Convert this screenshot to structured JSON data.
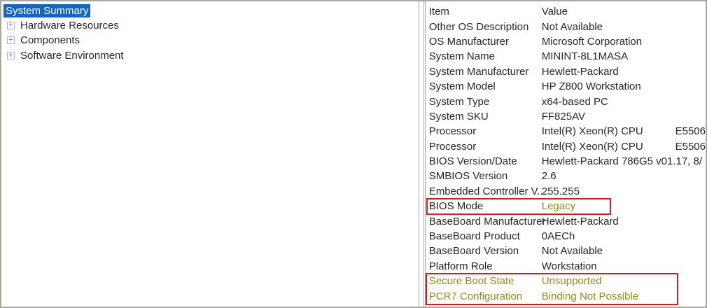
{
  "tree": {
    "items": [
      {
        "label": "System Summary",
        "selected": true,
        "expandable": false
      },
      {
        "label": "Hardware Resources",
        "selected": false,
        "expandable": true
      },
      {
        "label": "Components",
        "selected": false,
        "expandable": true
      },
      {
        "label": "Software Environment",
        "selected": false,
        "expandable": true
      }
    ],
    "expand_glyph": "+"
  },
  "table": {
    "columns": {
      "item": "Item",
      "value": "Value"
    },
    "rows": [
      {
        "item": "Other OS Description",
        "value": "Not Available"
      },
      {
        "item": "OS Manufacturer",
        "value": "Microsoft Corporation"
      },
      {
        "item": "System Name",
        "value": "MININT-8L1MASA"
      },
      {
        "item": "System Manufacturer",
        "value": "Hewlett-Packard"
      },
      {
        "item": "System Model",
        "value": "HP Z800 Workstation"
      },
      {
        "item": "System Type",
        "value": "x64-based PC"
      },
      {
        "item": "System SKU",
        "value": "FF825AV"
      },
      {
        "item": "Processor",
        "value": "Intel(R) Xeon(R) CPU           E5506"
      },
      {
        "item": "Processor",
        "value": "Intel(R) Xeon(R) CPU           E5506"
      },
      {
        "item": "BIOS Version/Date",
        "value": "Hewlett-Packard 786G5 v01.17, 8/"
      },
      {
        "item": "SMBIOS Version",
        "value": "2.6"
      },
      {
        "item": "Embedded Controller V...",
        "value": "255.255"
      },
      {
        "item": "BIOS Mode",
        "value": "Legacy",
        "value_emphasis": true,
        "boxed": "bios-mode"
      },
      {
        "item": "BaseBoard Manufacturer",
        "value": "Hewlett-Packard"
      },
      {
        "item": "BaseBoard Product",
        "value": "0AECh"
      },
      {
        "item": "BaseBoard Version",
        "value": "Not Available"
      },
      {
        "item": "Platform Role",
        "value": "Workstation"
      },
      {
        "item": "Secure Boot State",
        "value": "Unsupported",
        "row_emphasis": true,
        "boxed": "secure-boot"
      },
      {
        "item": "PCR7 Configuration",
        "value": "Binding Not Possible",
        "row_emphasis": true,
        "boxed": "secure-boot"
      }
    ]
  },
  "annotations": {
    "highlight_border_color": "#cf2020",
    "emphasis_text_color": "#8e8c1a"
  },
  "colors": {
    "selection_bg": "#1565c0",
    "selection_text": "#ffffff",
    "window_border": "#a8a8a0"
  }
}
